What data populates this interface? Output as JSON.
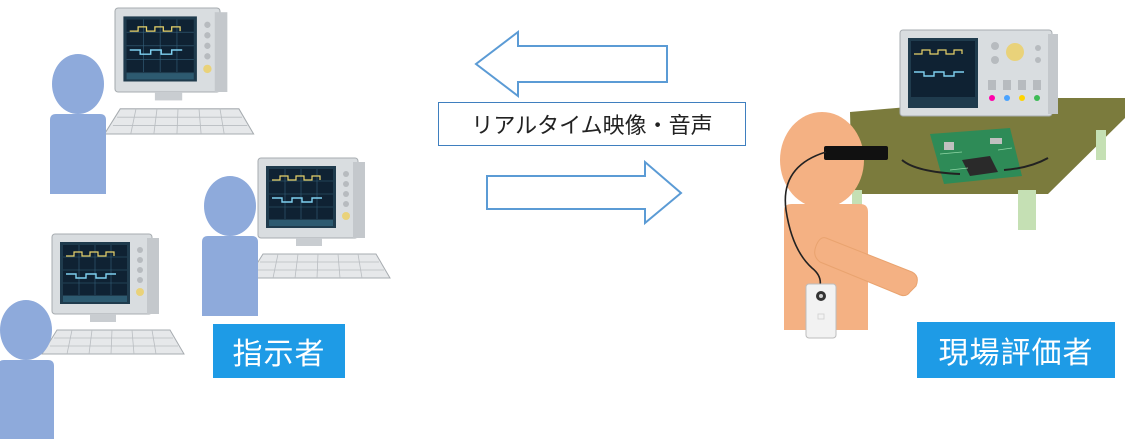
{
  "caption": "リアルタイム映像・音声",
  "labels": {
    "instructor": "指示者",
    "evaluator": "現場評価者"
  },
  "colors": {
    "person_instructor": "#8eaadb",
    "person_evaluator": "#f4b183",
    "label_bg": "#1e9be6",
    "arrow_stroke": "#5b9bd5",
    "table": "#7b7b3d",
    "board": "#2e8b57"
  },
  "icons": [
    "person-icon",
    "computer-icon",
    "oscilloscope-icon",
    "circuit-board-icon",
    "smart-glasses-icon",
    "arrow-left-icon",
    "arrow-right-icon"
  ]
}
